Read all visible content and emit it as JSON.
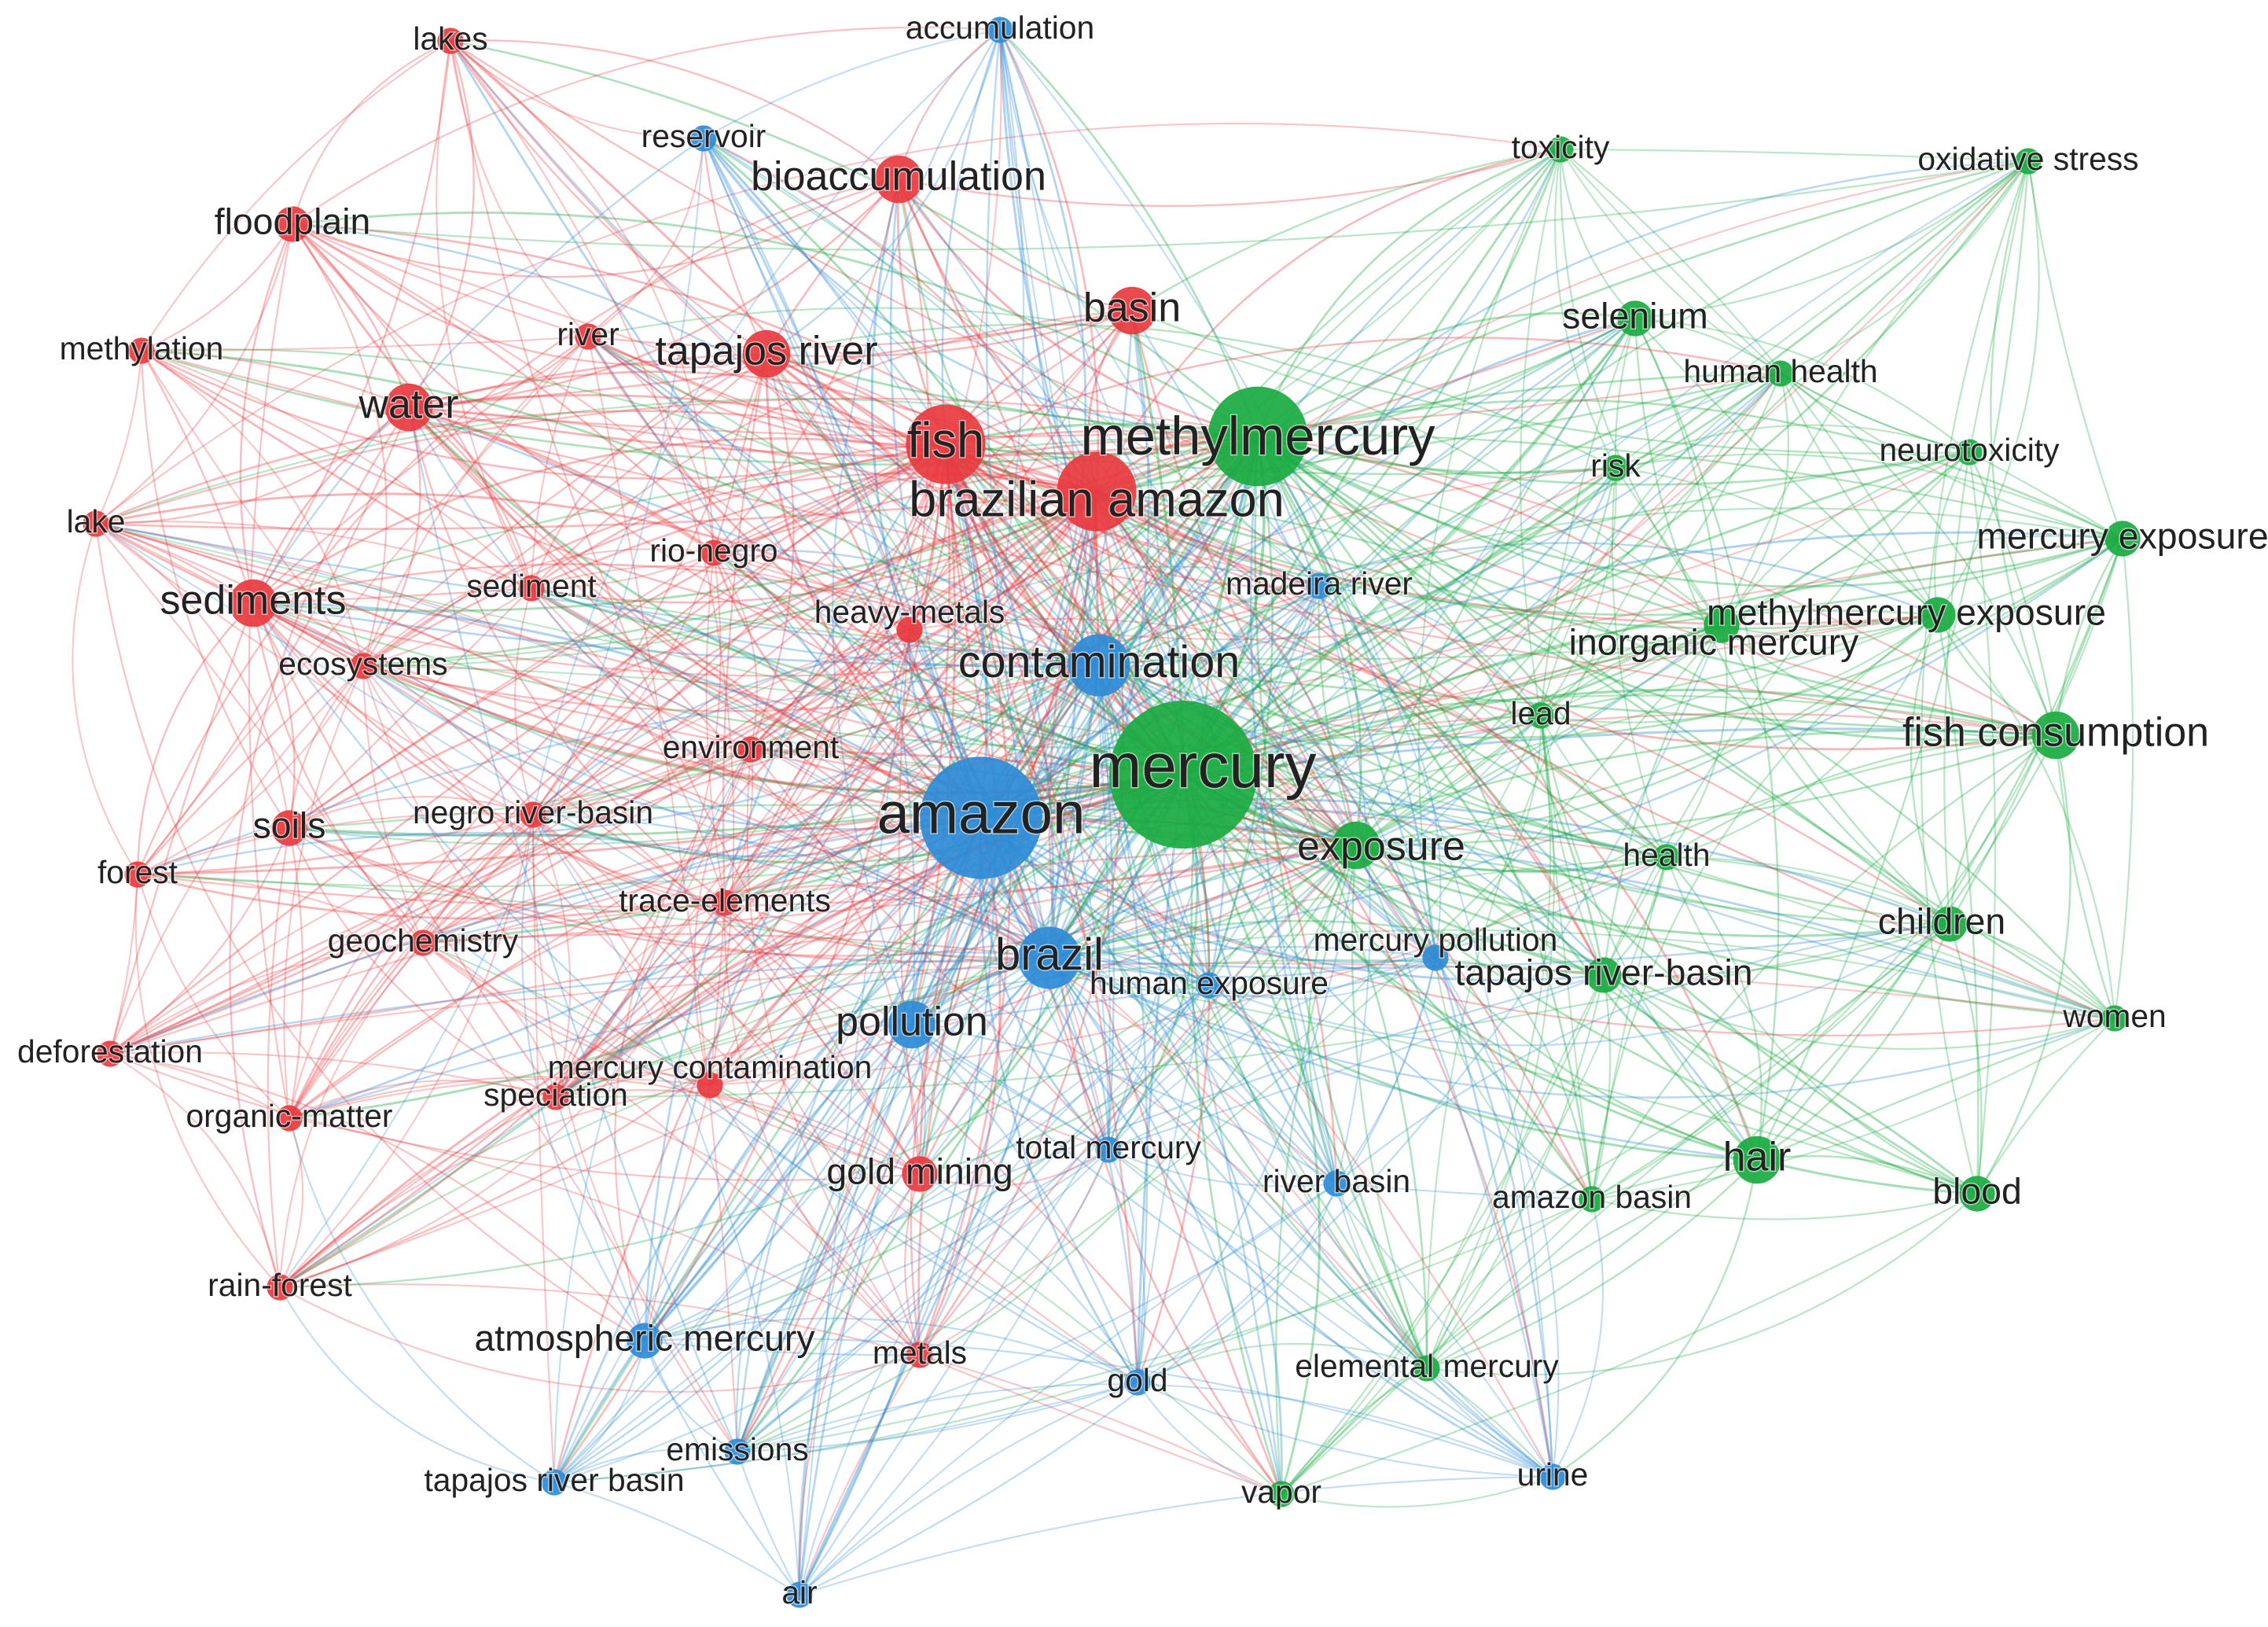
{
  "colors": {
    "red": "#e8393f",
    "green": "#1aaa41",
    "blue": "#2e8bd6"
  },
  "nodes": [
    {
      "id": "mercury",
      "label": "mercury",
      "cluster": "green",
      "weight": 10
    },
    {
      "id": "methylmercury",
      "label": "methylmercury",
      "cluster": "green",
      "weight": 8
    },
    {
      "id": "exposure",
      "label": "exposure",
      "cluster": "green",
      "weight": 5
    },
    {
      "id": "fish-consumption",
      "label": "fish consumption",
      "cluster": "green",
      "weight": 5
    },
    {
      "id": "hair",
      "label": "hair",
      "cluster": "green",
      "weight": 5
    },
    {
      "id": "blood",
      "label": "blood",
      "cluster": "green",
      "weight": 4
    },
    {
      "id": "children",
      "label": "children",
      "cluster": "green",
      "weight": 4
    },
    {
      "id": "tapajos-river-basin",
      "label": "tapajos river-basin",
      "cluster": "green",
      "weight": 4
    },
    {
      "id": "methylmercury-exposure",
      "label": "methylmercury exposure",
      "cluster": "green",
      "weight": 4
    },
    {
      "id": "inorganic-mercury",
      "label": "inorganic mercury",
      "cluster": "green",
      "weight": 4
    },
    {
      "id": "mercury-exposure",
      "label": "mercury exposure",
      "cluster": "green",
      "weight": 4
    },
    {
      "id": "neurotoxicity",
      "label": "neurotoxicity",
      "cluster": "green",
      "weight": 3
    },
    {
      "id": "selenium",
      "label": "selenium",
      "cluster": "green",
      "weight": 4
    },
    {
      "id": "human-health",
      "label": "human health",
      "cluster": "green",
      "weight": 3
    },
    {
      "id": "toxicity",
      "label": "toxicity",
      "cluster": "green",
      "weight": 3
    },
    {
      "id": "oxidative-stress",
      "label": "oxidative stress",
      "cluster": "green",
      "weight": 3
    },
    {
      "id": "risk",
      "label": "risk",
      "cluster": "green",
      "weight": 3
    },
    {
      "id": "lead",
      "label": "lead",
      "cluster": "green",
      "weight": 3
    },
    {
      "id": "health",
      "label": "health",
      "cluster": "green",
      "weight": 3
    },
    {
      "id": "women",
      "label": "women",
      "cluster": "green",
      "weight": 3
    },
    {
      "id": "amazon-basin",
      "label": "amazon basin",
      "cluster": "green",
      "weight": 3
    },
    {
      "id": "elemental-mercury",
      "label": "elemental mercury",
      "cluster": "green",
      "weight": 3
    },
    {
      "id": "vapor",
      "label": "vapor",
      "cluster": "green",
      "weight": 3
    },
    {
      "id": "fish",
      "label": "fish",
      "cluster": "red",
      "weight": 7
    },
    {
      "id": "brazilian-amazon",
      "label": "brazilian amazon",
      "cluster": "red",
      "weight": 7
    },
    {
      "id": "basin",
      "label": "basin",
      "cluster": "red",
      "weight": 5
    },
    {
      "id": "bioaccumulation",
      "label": "bioaccumulation",
      "cluster": "red",
      "weight": 5
    },
    {
      "id": "tapajos-river",
      "label": "tapajos river",
      "cluster": "red",
      "weight": 5
    },
    {
      "id": "water",
      "label": "water",
      "cluster": "red",
      "weight": 5
    },
    {
      "id": "sediments",
      "label": "sediments",
      "cluster": "red",
      "weight": 5
    },
    {
      "id": "soils",
      "label": "soils",
      "cluster": "red",
      "weight": 4
    },
    {
      "id": "floodplain",
      "label": "floodplain",
      "cluster": "red",
      "weight": 4
    },
    {
      "id": "methylation",
      "label": "methylation",
      "cluster": "red",
      "weight": 3
    },
    {
      "id": "river",
      "label": "river",
      "cluster": "red",
      "weight": 3
    },
    {
      "id": "lake",
      "label": "lake",
      "cluster": "red",
      "weight": 3
    },
    {
      "id": "lakes",
      "label": "lakes",
      "cluster": "red",
      "weight": 3
    },
    {
      "id": "rio-negro",
      "label": "rio-negro",
      "cluster": "red",
      "weight": 3
    },
    {
      "id": "sediment",
      "label": "sediment",
      "cluster": "red",
      "weight": 3
    },
    {
      "id": "heavy-metals",
      "label": "heavy-metals",
      "cluster": "red",
      "weight": 3
    },
    {
      "id": "ecosystems",
      "label": "ecosystems",
      "cluster": "red",
      "weight": 3
    },
    {
      "id": "environment",
      "label": "environment",
      "cluster": "red",
      "weight": 3
    },
    {
      "id": "negro-river-basin",
      "label": "negro river-basin",
      "cluster": "red",
      "weight": 3
    },
    {
      "id": "forest",
      "label": "forest",
      "cluster": "red",
      "weight": 3
    },
    {
      "id": "trace-elements",
      "label": "trace-elements",
      "cluster": "red",
      "weight": 3
    },
    {
      "id": "geochemistry",
      "label": "geochemistry",
      "cluster": "red",
      "weight": 3
    },
    {
      "id": "deforestation",
      "label": "deforestation",
      "cluster": "red",
      "weight": 3
    },
    {
      "id": "organic-matter",
      "label": "organic-matter",
      "cluster": "red",
      "weight": 3
    },
    {
      "id": "speciation",
      "label": "speciation",
      "cluster": "red",
      "weight": 3
    },
    {
      "id": "mercury-contamination",
      "label": "mercury contamination",
      "cluster": "red",
      "weight": 3
    },
    {
      "id": "gold-mining",
      "label": "gold mining",
      "cluster": "red",
      "weight": 4
    },
    {
      "id": "rain-forest",
      "label": "rain-forest",
      "cluster": "red",
      "weight": 3
    },
    {
      "id": "metals",
      "label": "metals",
      "cluster": "red",
      "weight": 3
    },
    {
      "id": "amazon",
      "label": "amazon",
      "cluster": "blue",
      "weight": 9
    },
    {
      "id": "brazil",
      "label": "brazil",
      "cluster": "blue",
      "weight": 6
    },
    {
      "id": "contamination",
      "label": "contamination",
      "cluster": "blue",
      "weight": 6
    },
    {
      "id": "pollution",
      "label": "pollution",
      "cluster": "blue",
      "weight": 5
    },
    {
      "id": "accumulation",
      "label": "accumulation",
      "cluster": "blue",
      "weight": 3
    },
    {
      "id": "reservoir",
      "label": "reservoir",
      "cluster": "blue",
      "weight": 3
    },
    {
      "id": "madeira-river",
      "label": "madeira river",
      "cluster": "blue",
      "weight": 3
    },
    {
      "id": "human-exposure",
      "label": "human exposure",
      "cluster": "blue",
      "weight": 3
    },
    {
      "id": "mercury-pollution",
      "label": "mercury pollution",
      "cluster": "blue",
      "weight": 3
    },
    {
      "id": "total-mercury",
      "label": "total mercury",
      "cluster": "blue",
      "weight": 3
    },
    {
      "id": "river-basin",
      "label": "river basin",
      "cluster": "blue",
      "weight": 3
    },
    {
      "id": "atmospheric-mercury",
      "label": "atmospheric mercury",
      "cluster": "blue",
      "weight": 4
    },
    {
      "id": "gold",
      "label": "gold",
      "cluster": "blue",
      "weight": 3
    },
    {
      "id": "emissions",
      "label": "emissions",
      "cluster": "blue",
      "weight": 3
    },
    {
      "id": "tapajos-river-basin-2",
      "label": "tapajos river basin",
      "cluster": "blue",
      "weight": 3
    },
    {
      "id": "air",
      "label": "air",
      "cluster": "blue",
      "weight": 3
    },
    {
      "id": "urine",
      "label": "urine",
      "cluster": "blue",
      "weight": 3
    }
  ]
}
